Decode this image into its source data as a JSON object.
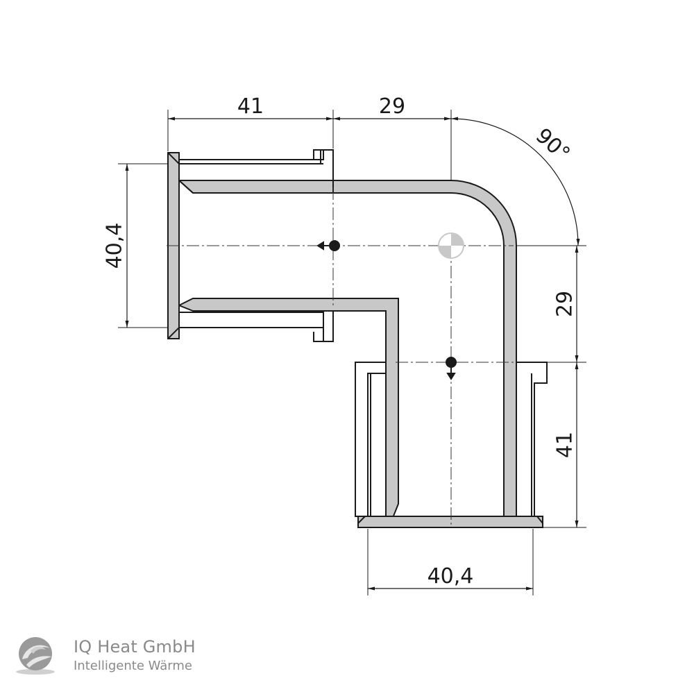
{
  "drawing": {
    "part": "90° press elbow fitting",
    "colors": {
      "wall": "#c8c8c8",
      "outline": "#1a1a1a",
      "brand": "#8a8a8a",
      "marker_light": "#c8c8c8"
    },
    "dimensions": {
      "top_left_length": "41",
      "top_right_length": "29",
      "angle": "90°",
      "left_diameter": "40,4",
      "right_upper_length": "29",
      "right_lower_length": "41",
      "bottom_diameter": "40,4"
    }
  },
  "brand": {
    "name": "IQ Heat GmbH",
    "tagline": "Intelligente Wärme",
    "logo_icon": "swirl-logo-icon"
  }
}
